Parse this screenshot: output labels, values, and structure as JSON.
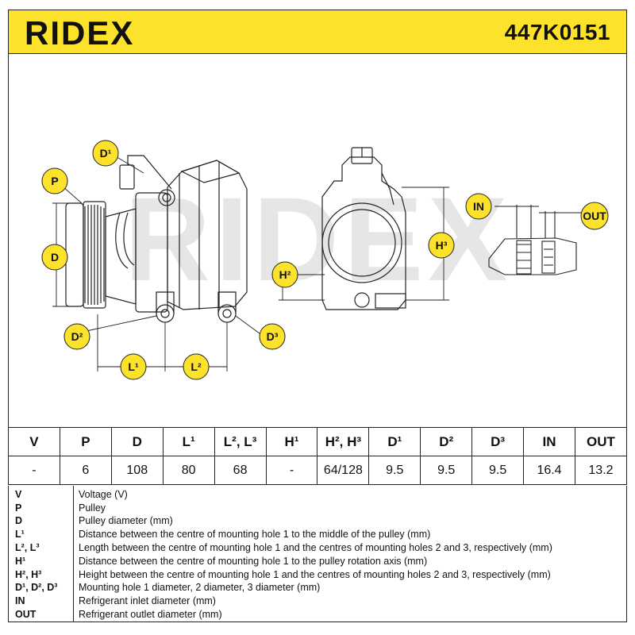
{
  "header": {
    "brand": "RIDEX",
    "part_number": "447K0151",
    "background": "#fde22b"
  },
  "drawing": {
    "watermark": "RIDEX",
    "callouts": {
      "p": "P",
      "d": "D",
      "d1": "D¹",
      "d2": "D²",
      "d3": "D³",
      "l1": "L¹",
      "l2": "L²",
      "h2": "H²",
      "h3": "H³",
      "in": "IN",
      "out": "OUT"
    }
  },
  "spec_table": {
    "headers": [
      "V",
      "P",
      "D",
      "L¹",
      "L², L³",
      "H¹",
      "H², H³",
      "D¹",
      "D²",
      "D³",
      "IN",
      "OUT"
    ],
    "values": [
      "-",
      "6",
      "108",
      "80",
      "68",
      "-",
      "64/128",
      "9.5",
      "9.5",
      "9.5",
      "16.4",
      "13.2"
    ]
  },
  "legend": [
    {
      "abbr": "V",
      "text": "Voltage (V)"
    },
    {
      "abbr": "P",
      "text": "Pulley"
    },
    {
      "abbr": "D",
      "text": "Pulley diameter (mm)"
    },
    {
      "abbr": "L¹",
      "text": "Distance between the centre of mounting hole 1 to the middle of the pulley (mm)"
    },
    {
      "abbr": "L², L³",
      "text": "Length between the centre of mounting hole 1 and the centres of mounting holes 2 and 3, respectively (mm)"
    },
    {
      "abbr": "H¹",
      "text": "Distance between the centre of mounting hole 1 to the pulley rotation axis (mm)"
    },
    {
      "abbr": "H², H³",
      "text": "Height between the centre of mounting hole 1 and the centres of mounting holes 2 and 3, respectively (mm)"
    },
    {
      "abbr": "D¹, D², D³",
      "text": "Mounting hole 1 diameter, 2 diameter, 3 diameter (mm)"
    },
    {
      "abbr": "IN",
      "text": "Refrigerant inlet diameter (mm)"
    },
    {
      "abbr": "OUT",
      "text": "Refrigerant outlet diameter (mm)"
    }
  ]
}
